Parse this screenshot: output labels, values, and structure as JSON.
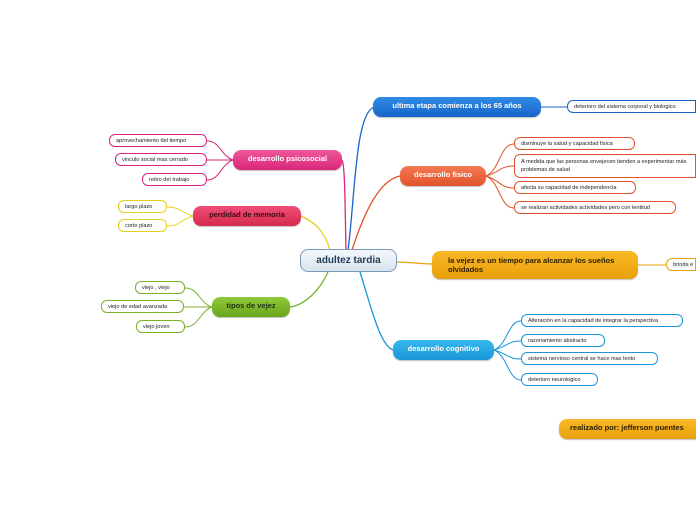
{
  "central": "adultez tardia",
  "topics": {
    "ultima_etapa": "ultima etapa comienza a los 65 años",
    "desarrollo_fisico": "desarrollo fisico",
    "la_vejez": "la vejez es un tiempo para alcanzar los sueños olvidados",
    "desarrollo_cognitivo": "desarrollo cognitivo",
    "desarrollo_psicosocial": "desarrollo psicosocial",
    "perdidad_memoria": "perdidad de memoria",
    "tipos_vejez": "tipos de vejez",
    "realizado_por": "realizado por: jefferson puentes"
  },
  "subtopics": {
    "ultima_etapa": [
      "deterioro del sistema corporal y biologico"
    ],
    "desarrollo_fisico": [
      "disminuye la salud y capacidad fisica",
      "A medida que las personas envejecen tienden a experimentar más problemas de salud",
      "afecta su capacidad de independencia",
      "se realizan actividades actividades pero con lentitud"
    ],
    "la_vejez": [
      "brinda e"
    ],
    "desarrollo_cognitivo": [
      "Alteración en la capacidad de integrar la perspectiva",
      "razonamiento abstracto",
      "sistema nervioso central se hace mas lento",
      "deterioro neurologico"
    ],
    "desarrollo_psicosocial": [
      "aprovechamiento del tiempo",
      "vinculo social mas cerrado",
      "retiro del trabajo"
    ],
    "perdidad_memoria": [
      "largo plazo",
      "corto plazo"
    ],
    "tipos_vejez": [
      "viejo , viejo",
      "viejo de edad avanzada",
      "viejo joven"
    ]
  },
  "colors": {
    "blue": "#1864c7",
    "orange": "#e1532c",
    "gold": "#e8a00a",
    "cyan": "#1896d8",
    "pink": "#d9267a",
    "yellow": "#e6cf1b",
    "green": "#78b22a"
  }
}
